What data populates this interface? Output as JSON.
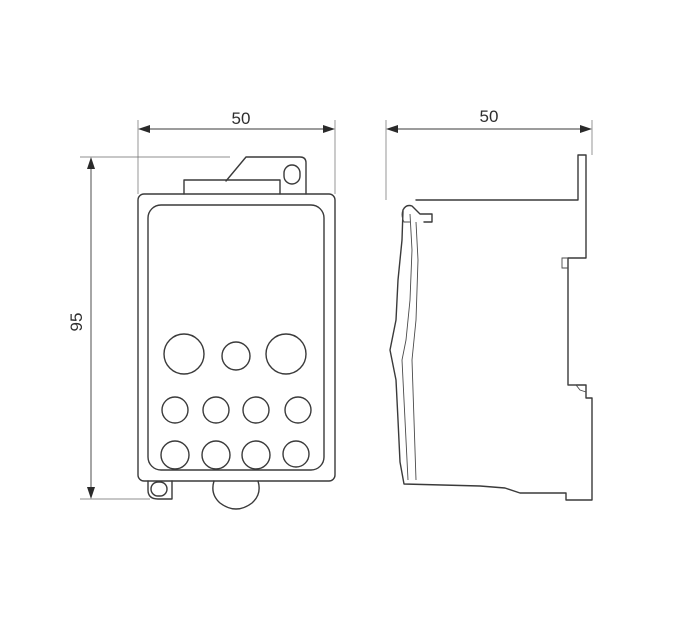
{
  "dimensions": {
    "front_width": "50",
    "side_depth": "50",
    "height": "95"
  },
  "colors": {
    "line": "#3a3a3a",
    "background": "#ffffff"
  }
}
